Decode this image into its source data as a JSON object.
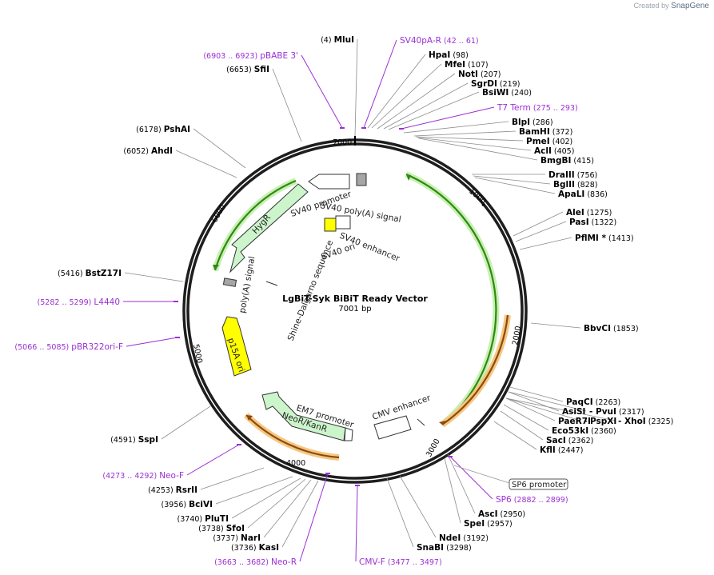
{
  "credit": {
    "prefix": "Created by",
    "brand": "SnapGene"
  },
  "plasmid": {
    "name": "LgBiT-Syk BiBiT Ready Vector",
    "size_label": "7001 bp",
    "length": 7001
  },
  "ticks": [
    "1000",
    "2000",
    "3000",
    "4000",
    "5000",
    "6000",
    "7000"
  ],
  "enzymes": [
    {
      "name": "MluI",
      "pos": "(4)",
      "side": "L"
    },
    {
      "name": "HpaI",
      "pos": "(98)",
      "side": "R"
    },
    {
      "name": "MfeI",
      "pos": "(107)",
      "side": "R"
    },
    {
      "name": "NotI",
      "pos": "(207)",
      "side": "R"
    },
    {
      "name": "SgrDI",
      "pos": "(219)",
      "side": "R"
    },
    {
      "name": "BsiWI",
      "pos": "(240)",
      "side": "R"
    },
    {
      "name": "BlpI",
      "pos": "(286)",
      "side": "R"
    },
    {
      "name": "BamHI",
      "pos": "(372)",
      "side": "R"
    },
    {
      "name": "PmeI",
      "pos": "(402)",
      "side": "R"
    },
    {
      "name": "AclI",
      "pos": "(405)",
      "side": "R"
    },
    {
      "name": "BmgBI",
      "pos": "(415)",
      "side": "R"
    },
    {
      "name": "DraIII",
      "pos": "(756)",
      "side": "R"
    },
    {
      "name": "BglII",
      "pos": "(828)",
      "side": "R"
    },
    {
      "name": "ApaLI",
      "pos": "(836)",
      "side": "R"
    },
    {
      "name": "AleI",
      "pos": "(1275)",
      "side": "R"
    },
    {
      "name": "PasI",
      "pos": "(1322)",
      "side": "R"
    },
    {
      "name": "PflMI *",
      "pos": "(1413)",
      "side": "R"
    },
    {
      "name": "BbvCI",
      "pos": "(1853)",
      "side": "R"
    },
    {
      "name": "PaqCI",
      "pos": "(2263)",
      "side": "R"
    },
    {
      "name": "AsiSI",
      "pos": "",
      "side": "R"
    },
    {
      "name": "- PvuI",
      "pos": "(2317)",
      "side": "R"
    },
    {
      "name": "PaeR7I",
      "pos": "",
      "side": "R"
    },
    {
      "name": "- PspXI",
      "pos": "",
      "side": "R"
    },
    {
      "name": "- XhoI",
      "pos": "(2325)",
      "side": "R"
    },
    {
      "name": "Eco53kI",
      "pos": "(2360)",
      "side": "R"
    },
    {
      "name": "SacI",
      "pos": "(2362)",
      "side": "R"
    },
    {
      "name": "KflI",
      "pos": "(2447)",
      "side": "R"
    },
    {
      "name": "AscI",
      "pos": "(2950)",
      "side": "R"
    },
    {
      "name": "SpeI",
      "pos": "(2957)",
      "side": "R"
    },
    {
      "name": "NdeI",
      "pos": "(3192)",
      "side": "R"
    },
    {
      "name": "SnaBI",
      "pos": "(3298)",
      "side": "R"
    },
    {
      "name": "KasI",
      "pos": "(3736)",
      "side": "L"
    },
    {
      "name": "NarI",
      "pos": "(3737)",
      "side": "L"
    },
    {
      "name": "SfoI",
      "pos": "(3738)",
      "side": "L"
    },
    {
      "name": "PluTI",
      "pos": "(3740)",
      "side": "L"
    },
    {
      "name": "BciVI",
      "pos": "(3956)",
      "side": "L"
    },
    {
      "name": "RsrII",
      "pos": "(4253)",
      "side": "L"
    },
    {
      "name": "SspI",
      "pos": "(4591)",
      "side": "L"
    },
    {
      "name": "BstZ17I",
      "pos": "(5416)",
      "side": "L"
    },
    {
      "name": "AhdI",
      "pos": "(6052)",
      "side": "L"
    },
    {
      "name": "PshAI",
      "pos": "(6178)",
      "side": "L"
    },
    {
      "name": "SfiI",
      "pos": "(6653)",
      "side": "L"
    }
  ],
  "primers": [
    {
      "name": "pBABE 3'",
      "pos": "(6903 .. 6923)",
      "side": "L"
    },
    {
      "name": "SV40pA-R",
      "pos": "(42 .. 61)",
      "side": "R"
    },
    {
      "name": "T7 Term",
      "pos": "(275 .. 293)",
      "side": "R"
    },
    {
      "name": "L4440",
      "pos": "(5282 .. 5299)",
      "side": "L"
    },
    {
      "name": "pBR322ori-F",
      "pos": "(5066 .. 5085)",
      "side": "L"
    },
    {
      "name": "Neo-F",
      "pos": "(4273 .. 4292)",
      "side": "L"
    },
    {
      "name": "Neo-R",
      "pos": "(3663 .. 3682)",
      "side": "L"
    },
    {
      "name": "CMV-F",
      "pos": "(3477 .. 3497)",
      "side": "R"
    },
    {
      "name": "SP6",
      "pos": "(2882 .. 2899)",
      "side": "R"
    }
  ],
  "boxed_label": "SP6 promoter",
  "features": [
    {
      "name": "SV40 poly(A) signal"
    },
    {
      "name": "SV40 promoter"
    },
    {
      "name": "SV40 enhancer"
    },
    {
      "name": "SV40 ori"
    },
    {
      "name": "HygR"
    },
    {
      "name": "Shine-Dalgarno sequence"
    },
    {
      "name": "poly(A) signal"
    },
    {
      "name": "p15A ori"
    },
    {
      "name": "EM7 promoter"
    },
    {
      "name": "NeoR/KanR"
    },
    {
      "name": "CMV enhancer"
    }
  ],
  "colors": {
    "backbone": "#1e1e1e",
    "primer": "#9b2fd3",
    "green_arc": "#2f8a10",
    "green_glow": "#c8f0b4",
    "orange_arc": "#8a4a12",
    "orange_glow": "#f6c77f",
    "marker_feature": "#ccf5cc",
    "origin": "#ffff00",
    "terminator": "#a6a6a6"
  }
}
